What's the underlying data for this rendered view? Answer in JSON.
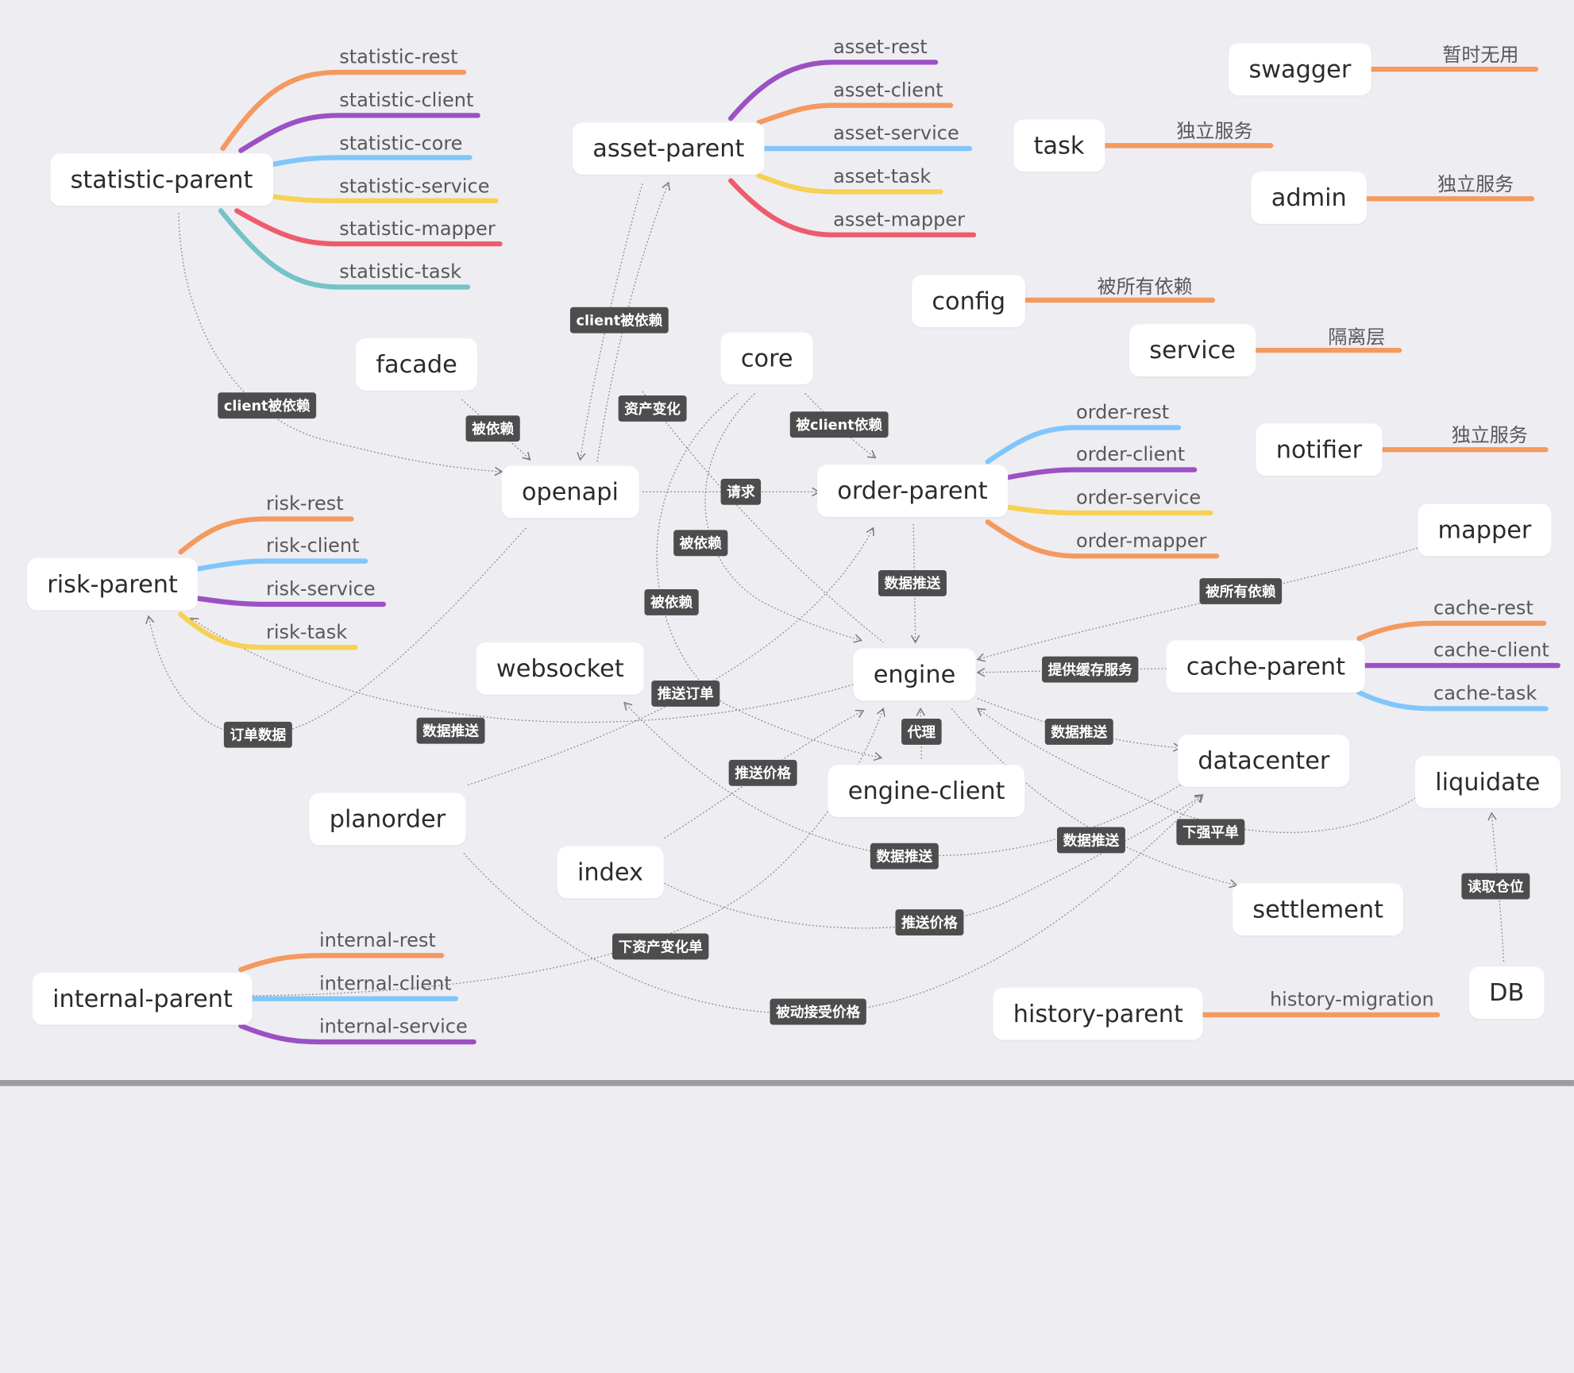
{
  "colors": {
    "background": "#eeedf2",
    "orange": "#f4995f",
    "purple": "#9b51c4",
    "blue": "#80c6fa",
    "yellow": "#f7d154",
    "red": "#ee5c6c",
    "teal": "#73c3c7",
    "wire": "#8a8a8a",
    "tag_bg": "#4d4d4d"
  },
  "nodes": {
    "statistic_parent": "statistic-parent",
    "asset_parent": "asset-parent",
    "swagger": "swagger",
    "task": "task",
    "admin": "admin",
    "config": "config",
    "service": "service",
    "facade": "facade",
    "core": "core",
    "openapi": "openapi",
    "order_parent": "order-parent",
    "notifier": "notifier",
    "mapper": "mapper",
    "risk_parent": "risk-parent",
    "websocket": "websocket",
    "engine": "engine",
    "cache_parent": "cache-parent",
    "engine_client": "engine-client",
    "datacenter": "datacenter",
    "liquidate": "liquidate",
    "planorder": "planorder",
    "index": "index",
    "settlement": "settlement",
    "internal_parent": "internal-parent",
    "history_parent": "history-parent",
    "db": "DB"
  },
  "branches": {
    "statistic_rest": "statistic-rest",
    "statistic_client": "statistic-client",
    "statistic_core": "statistic-core",
    "statistic_service": "statistic-service",
    "statistic_mapper": "statistic-mapper",
    "statistic_task": "statistic-task",
    "asset_rest": "asset-rest",
    "asset_client": "asset-client",
    "asset_service": "asset-service",
    "asset_task": "asset-task",
    "asset_mapper": "asset-mapper",
    "swagger_note": "暂时无用",
    "task_note": "独立服务",
    "admin_note": "独立服务",
    "config_note": "被所有依赖",
    "service_note": "隔离层",
    "notifier_note": "独立服务",
    "order_rest": "order-rest",
    "order_client": "order-client",
    "order_service": "order-service",
    "order_mapper": "order-mapper",
    "risk_rest": "risk-rest",
    "risk_client": "risk-client",
    "risk_service": "risk-service",
    "risk_task": "risk-task",
    "cache_rest": "cache-rest",
    "cache_client": "cache-client",
    "cache_task": "cache-task",
    "internal_rest": "internal-rest",
    "internal_client": "internal-client",
    "internal_service": "internal-service",
    "history_migration": "history-migration"
  },
  "edge_labels": {
    "client_dep_1": "client被依赖",
    "client_dep_2": "client被依赖",
    "asset_change": "资产变化",
    "facade_dep": "被依赖",
    "core_client_dep": "被client依赖",
    "request": "请求",
    "core_dep_1": "被依赖",
    "core_dep_2": "被依赖",
    "order_data_push": "数据推送",
    "mapper_dep": "被所有依赖",
    "cache_service": "提供缓存服务",
    "push_order": "推送订单",
    "order_data": "订单数据",
    "risk_data_push": "数据推送",
    "proxy": "代理",
    "engine_dc_push": "数据推送",
    "push_price_1": "推送价格",
    "ws_data_push": "数据推送",
    "dc_data_push": "数据推送",
    "force_close": "下强平单",
    "read_position": "读取仓位",
    "push_price_2": "推送价格",
    "asset_change_order": "下资产变化单",
    "passive_price": "被动接受价格"
  }
}
